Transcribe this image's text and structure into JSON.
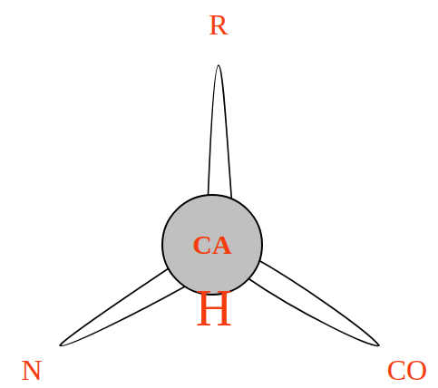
{
  "diagram": {
    "nodes": [
      {
        "text": [
          "CA",
          "H"
        ]
      }
    ],
    "labels": [
      "R",
      "N",
      "CO"
    ]
  }
}
